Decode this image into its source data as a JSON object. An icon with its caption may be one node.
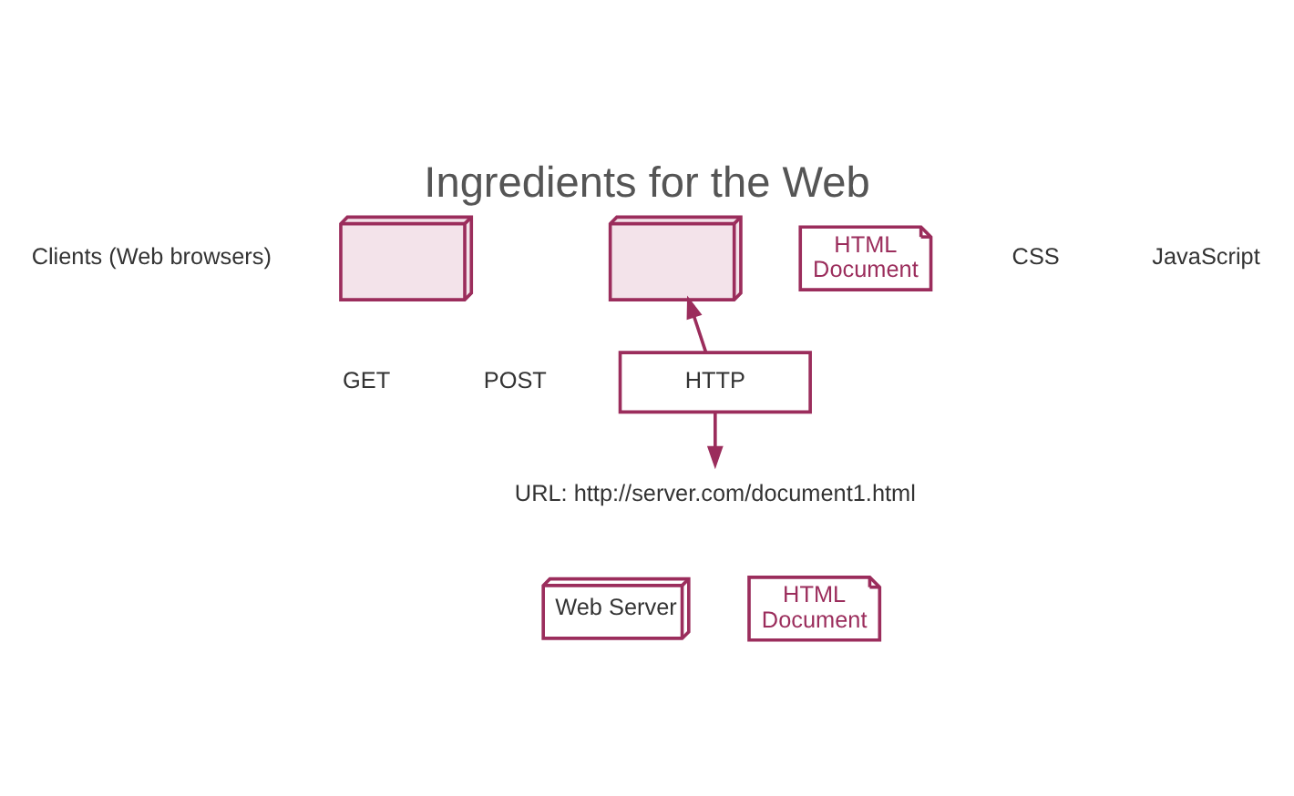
{
  "diagram": {
    "title": "Ingredients for the Web",
    "nodes": [
      {
        "text": [],
        "shape": "laptop"
      },
      {
        "text": [],
        "shape": "laptop"
      },
      {
        "text": [
          "HTML",
          "Document"
        ]
      },
      {
        "text": [
          "HTTP"
        ]
      },
      {
        "text": [
          "URL: http://server.com/document1.html"
        ]
      },
      {
        "text": [
          "Web Server"
        ]
      },
      {
        "text": [
          "HTML",
          "Document"
        ]
      }
    ],
    "edges": [
      {
        "from": 3,
        "to": 1,
        "arrow": "to"
      },
      {
        "from": 3,
        "to": 4,
        "arrow": "to"
      }
    ],
    "labels": [
      "Clients (Web browsers)",
      "CSS",
      "JavaScript",
      "GET",
      "POST"
    ]
  }
}
